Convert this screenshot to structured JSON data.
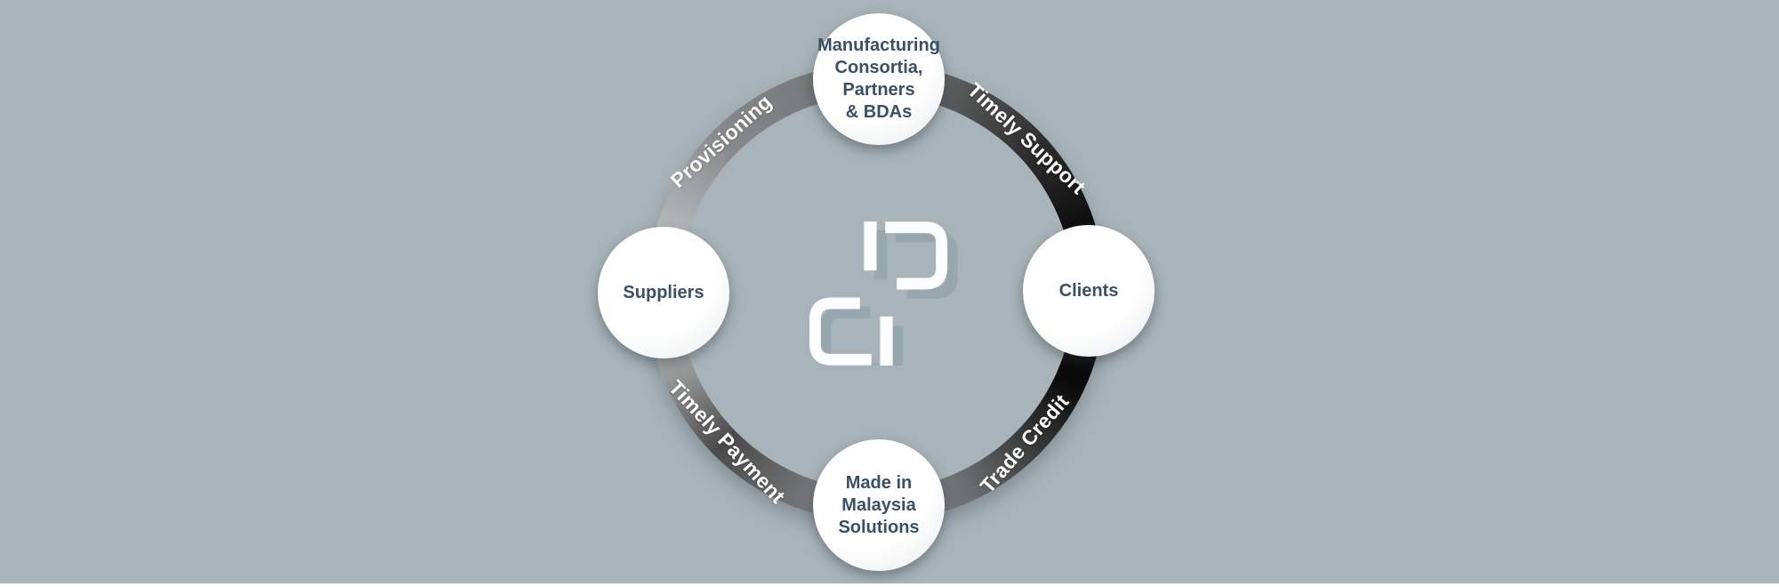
{
  "colors": {
    "background": "#a8b4ba",
    "node_text": "#3a5064",
    "arc_text": "#ffffff",
    "ring_dark": "#0a0a0a",
    "ring_light": "#c9cbcc"
  },
  "diagram": {
    "type": "circular-flow",
    "center_logo": "company-monogram-logo",
    "nodes": {
      "top": {
        "label": "Manufacturing\nConsortia,\nPartners\n& BDAs"
      },
      "right": {
        "label": "Clients"
      },
      "bottom": {
        "label": "Made in\nMalaysia\nSolutions"
      },
      "left": {
        "label": "Suppliers"
      }
    },
    "flows": {
      "top_left": {
        "label": "Provisioning"
      },
      "top_right": {
        "label": "Timely Support"
      },
      "bottom_right": {
        "label": "Trade Credit"
      },
      "bottom_left": {
        "label": "Timely Payment"
      }
    }
  }
}
